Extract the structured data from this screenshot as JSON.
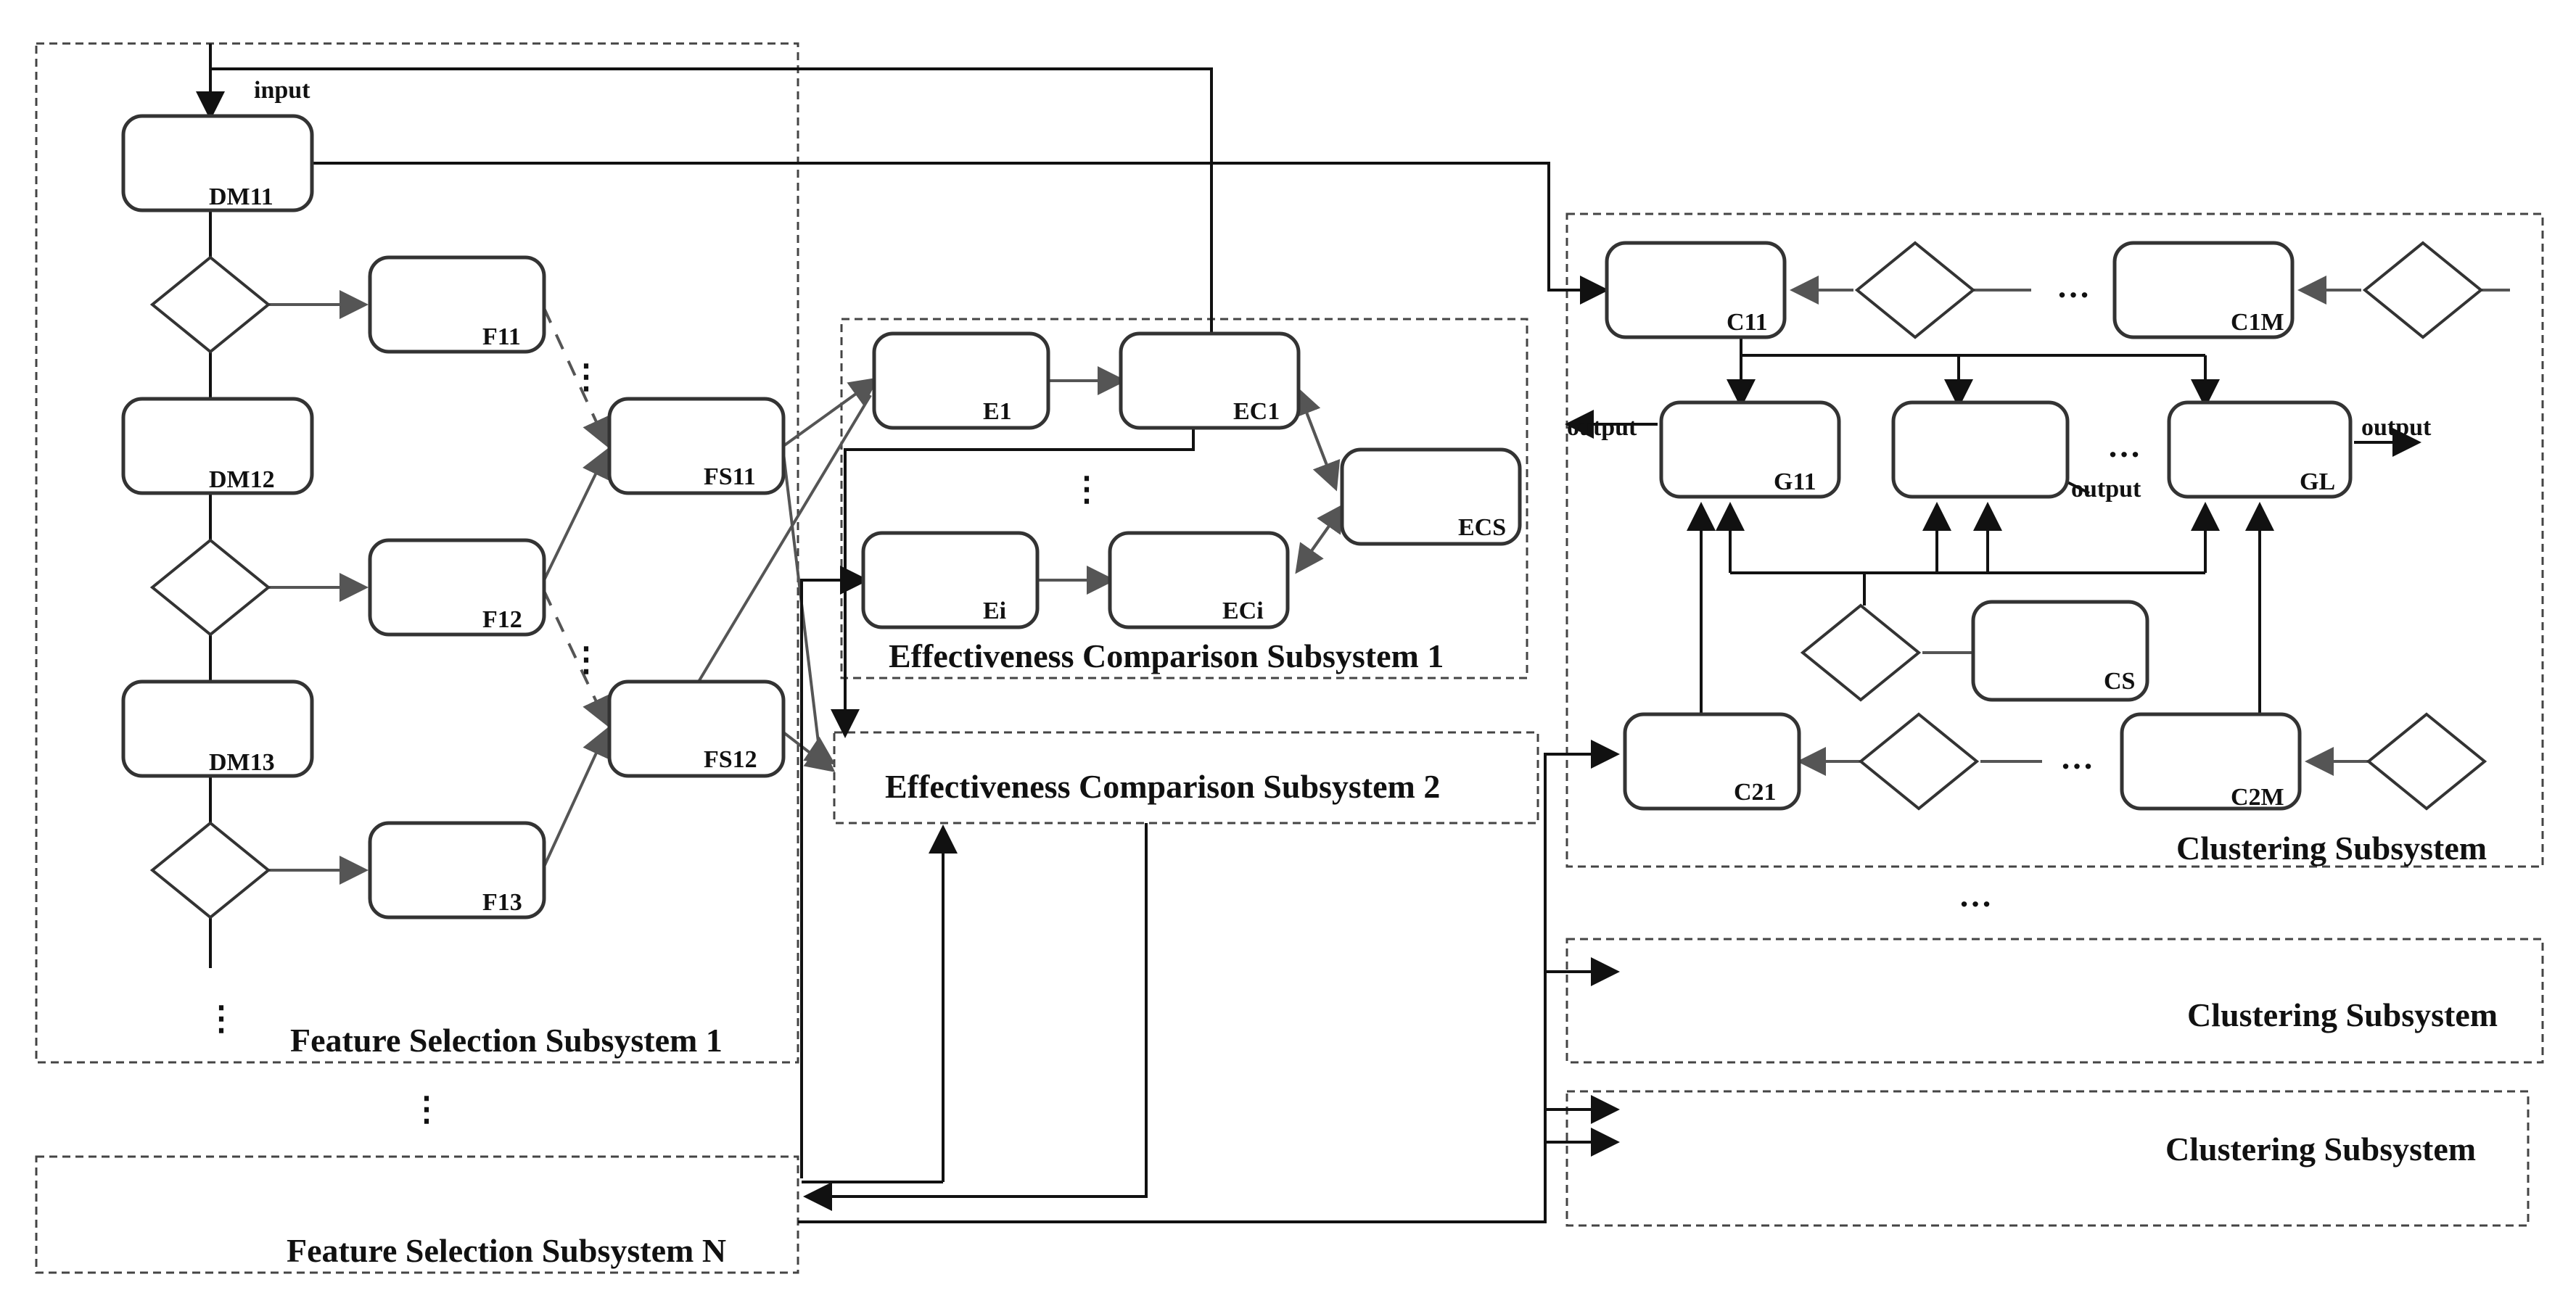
{
  "labels": {
    "input": "input",
    "dm11": "DM11",
    "dm12": "DM12",
    "dm13": "DM13",
    "f11": "F11",
    "f12": "F12",
    "f13": "F13",
    "fs11": "FS11",
    "fs12": "FS12",
    "e1": "E1",
    "ec1": "EC1",
    "ei": "Ei",
    "eci": "ECi",
    "ecs": "ECS",
    "c11": "C11",
    "c1m": "C1M",
    "g11": "G11",
    "gl": "GL",
    "cs": "CS",
    "c21": "C21",
    "c2m": "C2M",
    "output_left": "output",
    "output_mid": "output",
    "output_right": "output"
  },
  "subsystems": {
    "feature_selection_1": "Feature Selection Subsystem 1",
    "feature_selection_n": "Feature Selection Subsystem N",
    "effectiveness_comparison_1": "Effectiveness Comparison Subsystem 1",
    "effectiveness_comparison_2": "Effectiveness Comparison Subsystem 2",
    "clustering_1": "Clustering Subsystem",
    "clustering_2": "Clustering Subsystem",
    "clustering_3": "Clustering Subsystem"
  },
  "ellipses": {
    "vertical": "⋮",
    "horizontal": "…"
  }
}
